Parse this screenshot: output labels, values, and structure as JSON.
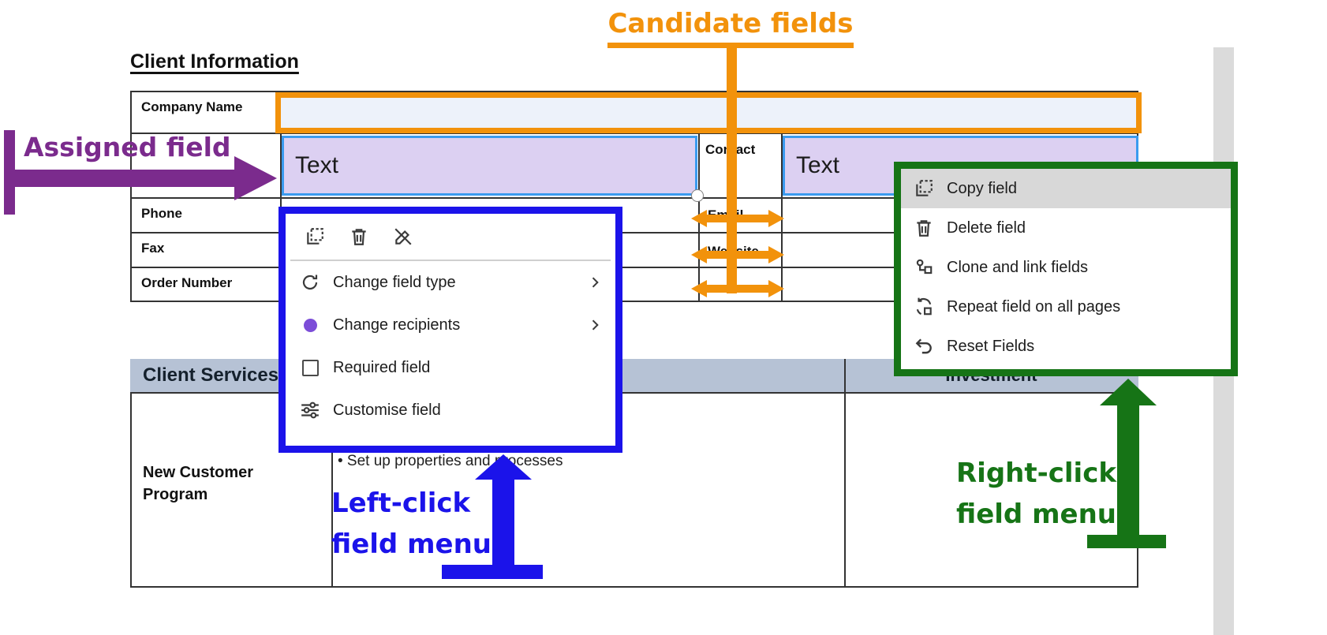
{
  "colors": {
    "candidate_orange": "#F2920B",
    "assigned_purple": "#7B2B8D",
    "leftclick_blue": "#1B13EA",
    "rightclick_green": "#167416",
    "assigned_field_fill": "#DCD0F2",
    "field_border_blue": "#3B9BEF",
    "candidate_field_fill": "#EDF2FA",
    "table_header_fill": "#B6C2D5",
    "menu_highlight_gray": "#D8D8D8",
    "recipient_dot_purple": "#7C4DD8"
  },
  "annotations": {
    "candidate": {
      "label": "Candidate fields"
    },
    "assigned": {
      "label": "Assigned field"
    },
    "left_click": {
      "line1": "Left-click",
      "line2": "field menu"
    },
    "right_click": {
      "line1": "Right-click",
      "line2": "field menu"
    }
  },
  "document": {
    "title": "Client Information",
    "info_table": {
      "row_labels": {
        "company_name": "Company Name",
        "contact": "Contact",
        "phone": "Phone",
        "email": "Email",
        "fax": "Fax",
        "website": "Website",
        "order_number": "Order Number"
      },
      "assigned_field_value": "Text"
    },
    "services_table": {
      "header_left": "Client Services",
      "header_right": "Investment",
      "row_label_line1": "New Customer",
      "row_label_line2": "Program",
      "bullet_item": "• Set up properties and processes"
    }
  },
  "left_click_menu": {
    "toolbar_icons": [
      "copy-field",
      "delete-field",
      "unassign-field"
    ],
    "items": [
      {
        "label": "Change field type",
        "submenu": true
      },
      {
        "label": "Change recipients",
        "submenu": true
      },
      {
        "label": "Required field",
        "submenu": false
      },
      {
        "label": "Customise field",
        "submenu": false
      }
    ]
  },
  "right_click_menu": {
    "items": [
      {
        "label": "Copy field",
        "selected": true
      },
      {
        "label": "Delete field",
        "selected": false
      },
      {
        "label": "Clone and link fields",
        "selected": false
      },
      {
        "label": "Repeat field on all pages",
        "selected": false
      },
      {
        "label": "Reset Fields",
        "selected": false
      }
    ]
  }
}
